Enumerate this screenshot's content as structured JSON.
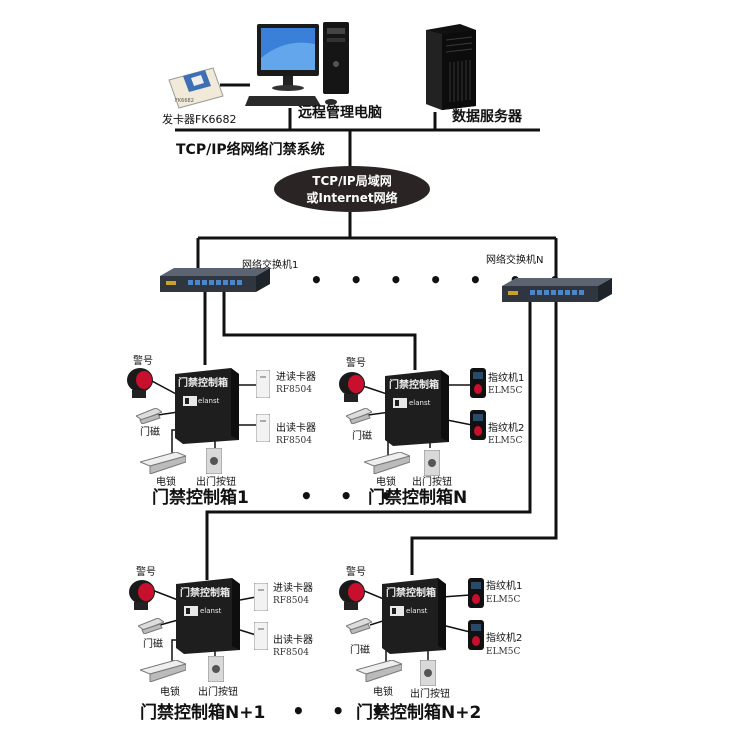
{
  "top": {
    "card_issuer_label": "发卡器FK6682",
    "card_issuer_screen_text": "FK6682",
    "remote_pc_label": "远程管理电脑",
    "server_label": "数据服务器",
    "system_label": "TCP/IP络网络门禁系统"
  },
  "network": {
    "cloud_line1": "TCP/IP局域网",
    "cloud_line2": "或Internet网络",
    "switch1_label": "网络交换机1",
    "switchN_label": "网络交换机N",
    "switch_dots": "• • • • • • •"
  },
  "controller_box_title": "门禁控制箱",
  "brand_mark": "elanst",
  "boxes": [
    {
      "name": "门禁控制箱1",
      "alarm": "警号",
      "magnet": "门磁",
      "lock": "电锁",
      "exit_button": "出门按钮",
      "reader1": "进读卡器",
      "reader1_model": "RF8504",
      "reader2": "出读卡器",
      "reader2_model": "RF8504"
    },
    {
      "name": "门禁控制箱N",
      "alarm": "警号",
      "magnet": "门磁",
      "lock": "电锁",
      "exit_button": "出门按钮",
      "reader1": "指纹机1",
      "reader1_model": "ELM5C",
      "reader2": "指纹机2",
      "reader2_model": "ELM5C"
    },
    {
      "name": "门禁控制箱N+1",
      "alarm": "警号",
      "magnet": "门磁",
      "lock": "电锁",
      "exit_button": "出门按钮",
      "reader1": "进读卡器",
      "reader1_model": "RF8504",
      "reader2": "出读卡器",
      "reader2_model": "RF8504"
    },
    {
      "name": "门禁控制箱N+2",
      "alarm": "警号",
      "magnet": "门磁",
      "lock": "电锁",
      "exit_button": "出门按钮",
      "reader1": "指纹机1",
      "reader1_model": "ELM5C",
      "reader2": "指纹机2",
      "reader2_model": "ELM5C"
    }
  ],
  "row_dots": "• • •",
  "colors": {
    "line": "#111111",
    "cloud": "#2a2424",
    "box": "#1e1e1e",
    "alarm_red": "#c8102e",
    "switch_body": "#2f3640",
    "port_blue": "#4a86c8"
  }
}
